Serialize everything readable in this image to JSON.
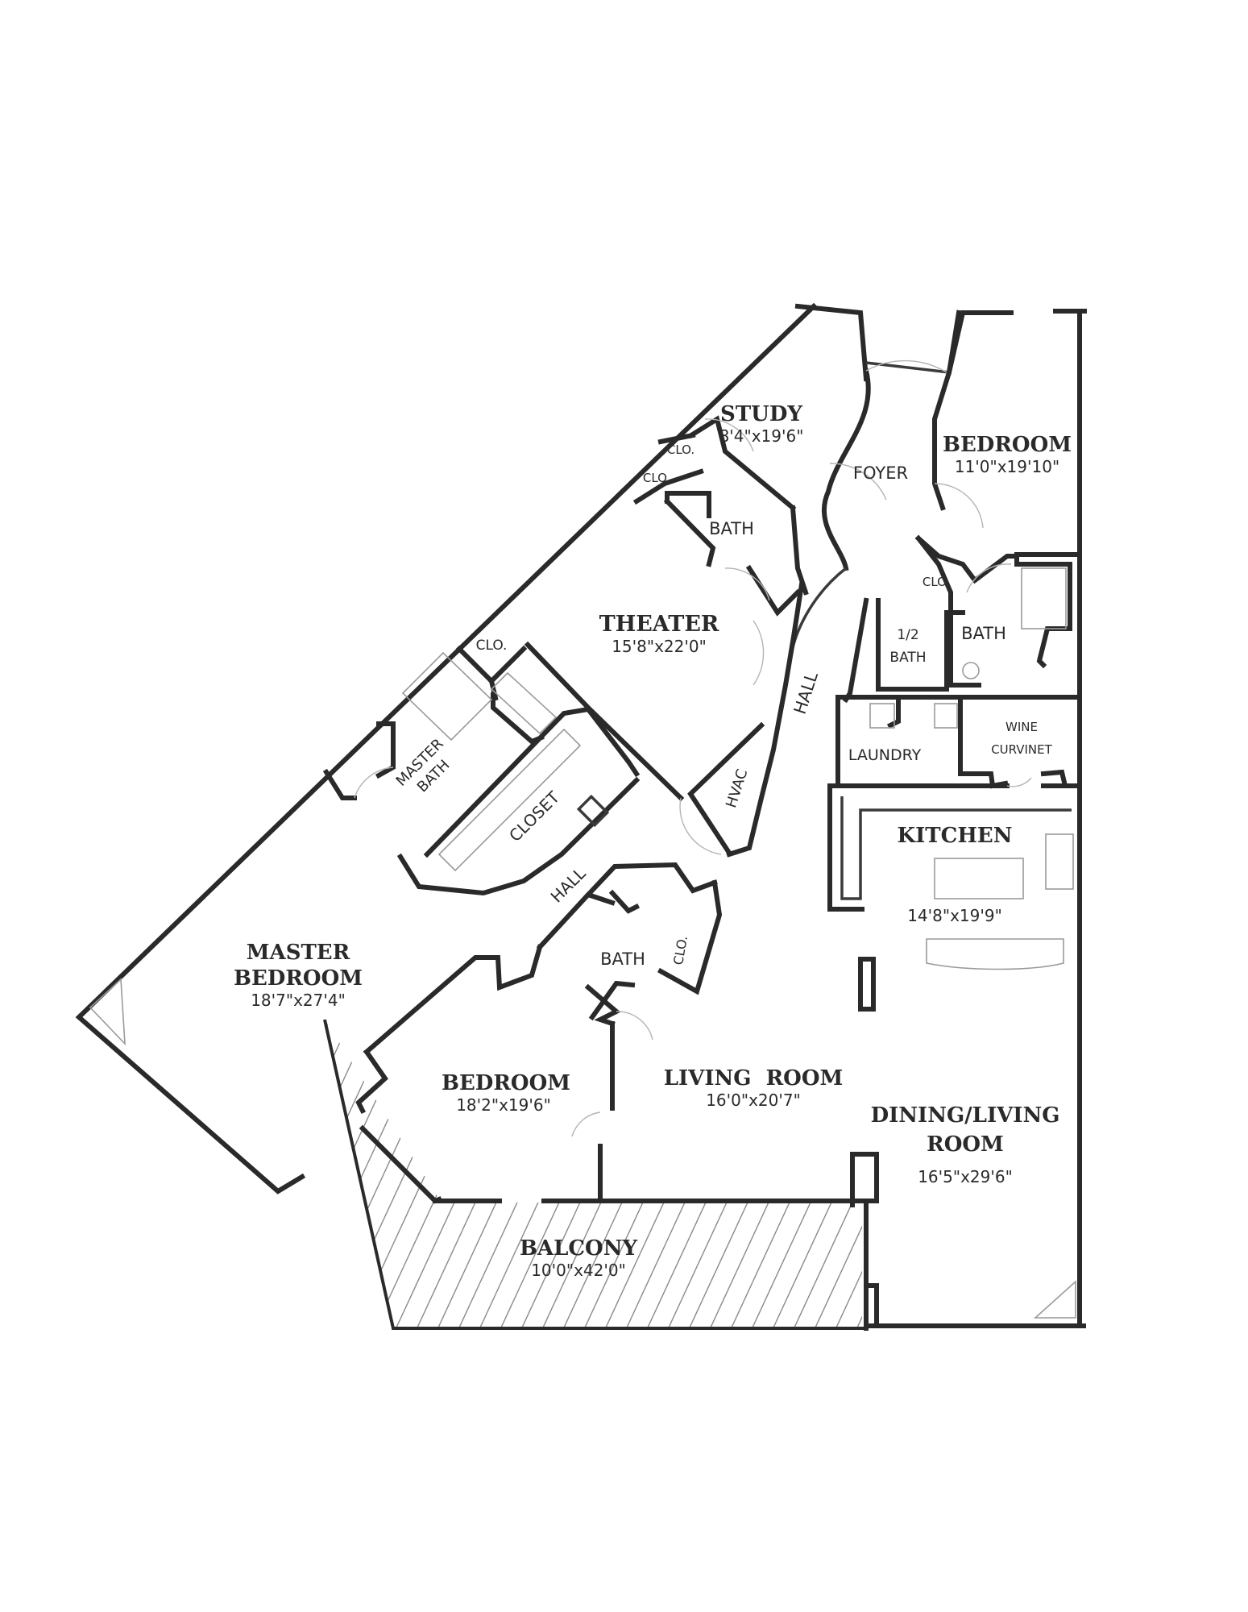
{
  "plan": {
    "rooms": {
      "study": {
        "name": "STUDY",
        "dim": "8'4\"x19'6\""
      },
      "bedroom_ne": {
        "name": "BEDROOM",
        "dim": "11'0\"x19'10\""
      },
      "foyer": {
        "name": "FOYER"
      },
      "theater": {
        "name": "THEATER",
        "dim": "15'8\"x22'0\""
      },
      "bath_study": {
        "name": "BATH"
      },
      "bath_half": {
        "line1": "1/2",
        "line2": "BATH"
      },
      "bath_ne": {
        "name": "BATH"
      },
      "laundry": {
        "name": "LAUNDRY"
      },
      "wine": {
        "line1": "WINE",
        "line2": "CURVINET"
      },
      "kitchen": {
        "name": "KITCHEN",
        "dim": "14'8\"x19'9\""
      },
      "master_bath": {
        "line1": "MASTER",
        "line2": "BATH"
      },
      "closet": {
        "name": "CLOSET"
      },
      "hvac": {
        "name": "HVAC"
      },
      "hall_upper": {
        "name": "HALL"
      },
      "hall_lower": {
        "name": "HALL"
      },
      "master_bedroom": {
        "line1": "MASTER",
        "line2": "BEDROOM",
        "dim": "18'7\"x27'4\""
      },
      "bath_mid": {
        "name": "BATH"
      },
      "bedroom_sw": {
        "name": "BEDROOM",
        "dim": "18'2\"x19'6\""
      },
      "living_room": {
        "name": "LIVING  ROOM",
        "dim": "16'0\"x20'7\""
      },
      "dining_living": {
        "line1": "DINING/LIVING",
        "line2": "ROOM",
        "dim": "16'5\"x29'6\""
      },
      "balcony": {
        "name": "BALCONY",
        "dim": "10'0\"x42'0\""
      }
    },
    "closets": {
      "clo_study_1": "CLO.",
      "clo_study_2": "CLO.",
      "clo_ne": "CLO.",
      "clo_master": "CLO.",
      "clo_mid": "CLO."
    }
  }
}
